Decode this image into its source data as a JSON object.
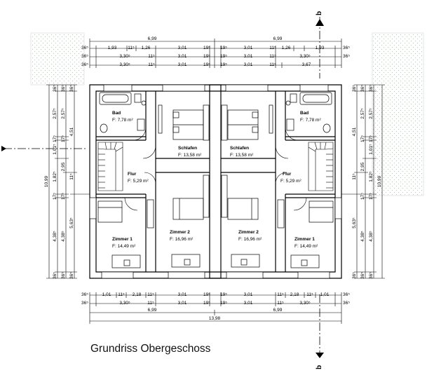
{
  "caption": "Grundriss Obergeschoss",
  "section_marker": "b",
  "rooms": {
    "bad": {
      "name": "Bad",
      "area": "F: 7,78 m²"
    },
    "schlafen": {
      "name": "Schlafen",
      "area": "F: 13,58 m²"
    },
    "flur": {
      "name": "Flur",
      "area": "F: 5,29 m²"
    },
    "zimmer1": {
      "name": "Zimmer 1",
      "area": "F: 14,49 m²"
    },
    "zimmer2": {
      "name": "Zimmer 2",
      "area": "F: 16,96 m²"
    }
  },
  "dims": {
    "half_width": "6,99",
    "total_width": "13,98",
    "wall_outer": "36⁵",
    "wall_inner": "11⁵",
    "wall_mid": "19⁵",
    "w_193": "1,93",
    "w_126": "1,26",
    "w_301": "3,01",
    "w_330": "3,30⁵",
    "w_367": "3,67",
    "w_101": "1,01",
    "w_218": "2,18",
    "h_257": "2,57⁵",
    "h_451": "4,51",
    "h_101": "1,01⁵",
    "h_295": "2,95",
    "h_182": "1,82⁵",
    "h_438": "4,38⁵",
    "h_17": "17⁵",
    "h_1099": "10,99",
    "h_563": "5,63⁵"
  }
}
